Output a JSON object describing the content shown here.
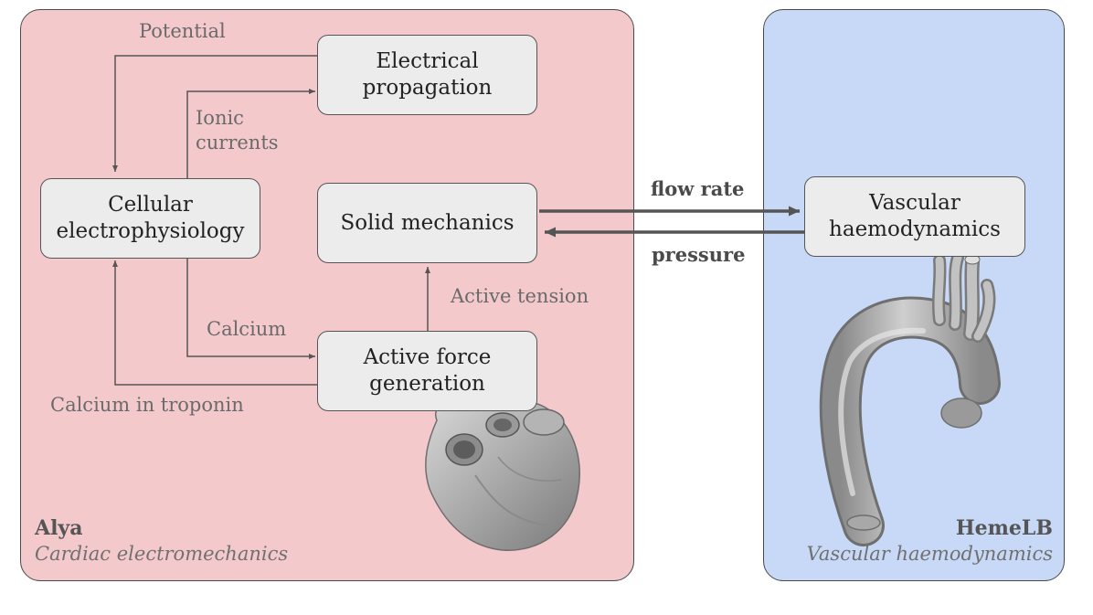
{
  "alya": {
    "title": "Alya",
    "subtitle": "Cardiac electromechanics",
    "nodes": {
      "electrical_propagation": "Electrical\npropagation",
      "cellular_electrophysiology": "Cellular\nelectrophysiology",
      "solid_mechanics": "Solid mechanics",
      "active_force_generation": "Active force\ngeneration"
    },
    "edge_labels": {
      "potential": "Potential",
      "ionic_currents": "Ionic\ncurrents",
      "calcium": "Calcium",
      "calcium_in_troponin": "Calcium in troponin",
      "active_tension": "Active tension"
    }
  },
  "hemelb": {
    "title": "HemeLB",
    "subtitle": "Vascular haemodynamics",
    "nodes": {
      "vascular_haemodynamics": "Vascular\nhaemodynamics"
    }
  },
  "coupling": {
    "flow_rate": "flow rate",
    "pressure": "pressure"
  },
  "colors": {
    "alya_panel": "#f4c9cb",
    "hemelb_panel": "#c7d9f6",
    "node_fill": "#ececec",
    "connector": "#555555"
  }
}
